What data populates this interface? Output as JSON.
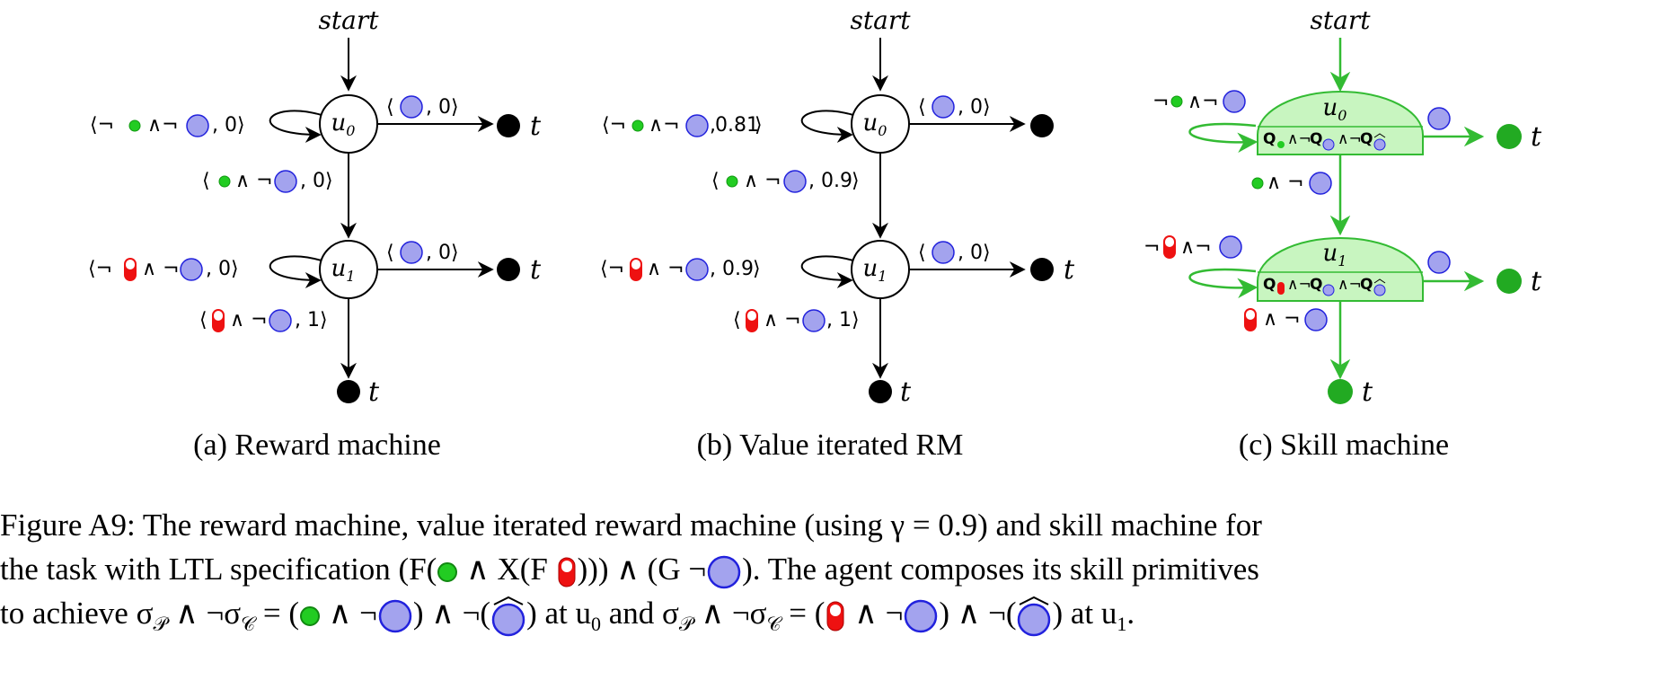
{
  "panels": {
    "a": {
      "caption": "(a) Reward machine",
      "start": "start",
      "u0": "u",
      "u0_sub": "0",
      "u1": "u",
      "u1_sub": "1",
      "terminal": "t",
      "self_u0": "⟨¬ ∧¬ , 0⟩",
      "u0_to_t": "⟨ , 0⟩",
      "u0_to_u1": "⟨ ∧ ¬ , 0⟩",
      "self_u1": "⟨¬ ∧ ¬ , 0⟩",
      "u1_to_t": "⟨ , 0⟩",
      "u1_to_t_down": "⟨ ∧ ¬ , 1⟩"
    },
    "b": {
      "caption": "(b) Value iterated RM",
      "start": "start",
      "terminal": "t",
      "self_u0_val": "0.81",
      "u0_to_t_val": "0",
      "u0_to_u1_val": "0.9",
      "self_u1_val": "0.9",
      "u1_to_t_val": "0",
      "u1_to_t_down_val": "1"
    },
    "c": {
      "caption": "(c) Skill machine",
      "start": "start",
      "terminal": "t",
      "Q": "Q"
    }
  },
  "caption": {
    "label": "Figure A9:",
    "line1": "The reward machine, value iterated reward machine (using γ = 0.9) and skill machine for",
    "line2a": "the task with LTL specification (F(",
    "line2b": " ∧ X(F ",
    "line2c": "))) ∧ (G ¬",
    "line2d": "). The agent composes its skill primitives",
    "line3a": "to achieve σ",
    "line3b": " ∧ ¬σ",
    "line3c": " = (",
    "line3d": " ∧ ¬",
    "line3e": ") ∧ ¬(",
    "line3f": ") at u",
    "line3g": " and σ",
    "line3h": " ∧ ¬σ",
    "line3i": " = (",
    "line3j": " ∧ ¬",
    "line3k": ") ∧ ¬(",
    "line3l": ") at u",
    "line3m": "."
  },
  "colors": {
    "green": "#22cc22",
    "blue_fill": "#a3a3ee",
    "blue_stroke": "#2222dd",
    "red": "#ee1111",
    "skill_fill": "#c8f5c0",
    "skill_stroke": "#33bb33"
  }
}
